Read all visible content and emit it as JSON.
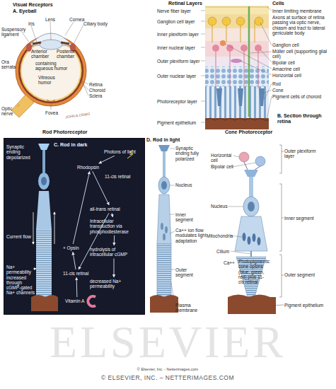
{
  "diagram": {
    "title": "Visual Receptors",
    "nodes": [
      {
        "text": [
          "C. Rod in dark",
          "Synaptic ending depolarized",
          "11-cis retinal",
          "Current flow",
          "Na+ permeability increased through cGMP-gated Na+ channels"
        ]
      },
      {
        "text": [
          "Photons of light"
        ],
        "in": 0
      },
      {
        "text": [
          "Rhodopsin"
        ],
        "in": 0
      },
      {
        "text": [
          "all-trans retinal"
        ],
        "in": 0
      },
      {
        "text": [
          "Intracellular transduction via phosphodiesterase"
        ],
        "in": 0
      },
      {
        "text": [
          "hydrolysis of intracellular cGMP"
        ],
        "in": 0
      },
      {
        "text": [
          "decreased Na+ permeability"
        ],
        "in": 0
      },
      {
        "text": [
          "+ Opsin"
        ],
        "in": 0
      },
      {
        "text": [
          "11-cis retinal"
        ],
        "in": 0
      },
      {
        "text": [
          "Vitamin A"
        ],
        "in": 0
      }
    ],
    "edges": [
      {
        "from": 1,
        "to": 2,
        "arrow": "to"
      },
      {
        "from": 2,
        "to": 3,
        "arrow": "to"
      },
      {
        "from": 3,
        "to": 4,
        "arrow": "to"
      },
      {
        "from": 4,
        "to": 5,
        "arrow": "to"
      },
      {
        "from": 5,
        "to": 6,
        "arrow": "to"
      },
      {
        "from": 3,
        "to": 8,
        "arrow": "to"
      },
      {
        "from": 8,
        "to": 7,
        "arrow": "to"
      },
      {
        "from": 7,
        "to": 2,
        "arrow": "to"
      },
      {
        "from": 9,
        "to": 8,
        "arrow": "to"
      }
    ],
    "labels": [
      "A. Eyeball",
      "Lens",
      "Cornea",
      "Suspensory ligament",
      "Iris",
      "Ciliary body",
      "Anterior chamber",
      "Posterior chamber",
      "containing aqueous humor",
      "Ora serrata",
      "Vitreous humor",
      "Optic nerve",
      "Retina",
      "Choroid",
      "Sclera",
      "Fovea",
      "JOHN A.CRAIG",
      "Retinal Layers",
      "Nerve fiber layer",
      "Ganglion cell layer",
      "Inner plexiform layer",
      "Inner nuclear layer",
      "Outer plexiform layer",
      "Outer nuclear layer",
      "Photoreceptor layer",
      "Pigment epithelium",
      "Cells",
      "Inner limiting membrane",
      "Axons at surface of retina passing via optic nerve, chiasm and tract to lateral geniculate body",
      "Ganglion cell",
      "Müller cell (supporting glial cell)",
      "Bipolar cell",
      "Amacrine cell",
      "Horizontal cell",
      "Rod",
      "Cone",
      "Pigment cells of choroid",
      "B. Section through retina",
      "Rod Photoreceptor",
      "D. Rod in light",
      "Synaptic ending fully polarized",
      "Nucleus",
      "Inner segment",
      "Ca++ ion flow modulates light adaptation",
      "Outer segment",
      "Plasma membrane",
      "Cone Photoreceptor",
      "Horizontal cell",
      "Bipolar cell",
      "Outer plexiform layer",
      "Nucleus",
      "Inner segment",
      "Mitochondria",
      "Cilium",
      "Ca++",
      "Photopigments: cone opsins (blue, green, red) plus 11-cis retinal",
      "Outer segment",
      "Pigment epithelium",
      "ELSEVIER",
      "© Elsevier, Inc. - Netterimages.com",
      "© ELSEVIER, INC. – NETTERIMAGES.COM"
    ]
  }
}
